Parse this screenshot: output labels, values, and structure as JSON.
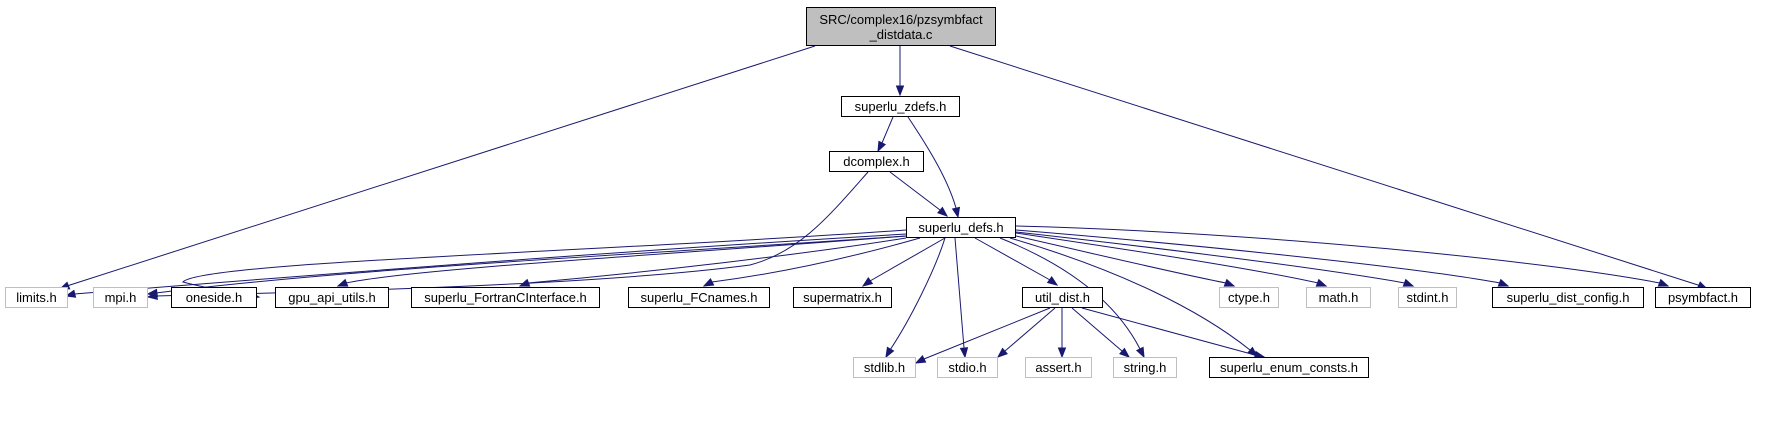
{
  "nodes": {
    "root_line1": "SRC/complex16/pzsymbfact",
    "root_line2": "_distdata.c",
    "superlu_zdefs": "superlu_zdefs.h",
    "dcomplex": "dcomplex.h",
    "superlu_defs": "superlu_defs.h",
    "limits": "limits.h",
    "mpi": "mpi.h",
    "oneside": "oneside.h",
    "gpu_api_utils": "gpu_api_utils.h",
    "fortran_iface": "superlu_FortranCInterface.h",
    "fcnames": "superlu_FCnames.h",
    "supermatrix": "supermatrix.h",
    "util_dist": "util_dist.h",
    "ctype": "ctype.h",
    "math": "math.h",
    "stdint": "stdint.h",
    "dist_config": "superlu_dist_config.h",
    "psymbfact": "psymbfact.h",
    "stdlib": "stdlib.h",
    "stdio": "stdio.h",
    "assert": "assert.h",
    "string": "string.h",
    "enum_consts": "superlu_enum_consts.h"
  },
  "colors": {
    "edge": "#191970",
    "root_fill": "#bfbfbf",
    "system_border": "#bfbfbf"
  }
}
